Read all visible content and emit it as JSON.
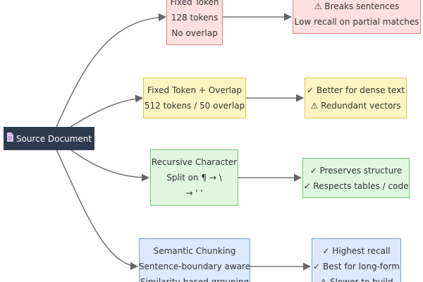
{
  "source": {
    "icon": "document-icon",
    "label": "Source Document"
  },
  "strategies": [
    {
      "name": "fixed-token",
      "lines": [
        "Fixed Token",
        "128 tokens",
        "No overlap"
      ],
      "outcomes": [
        "⚠ Breaks sentences",
        "Low recall on partial matches"
      ],
      "color": "#ffe0e0"
    },
    {
      "name": "fixed-token-overlap",
      "lines": [
        "Fixed Token + Overlap",
        "512 tokens / 50 overlap"
      ],
      "outcomes": [
        "✓ Better for dense text",
        "⚠ Redundant vectors"
      ],
      "color": "#fff5c2"
    },
    {
      "name": "recursive-character",
      "lines": [
        "Recursive Character",
        "Split on ¶ → \\",
        "→ ' '"
      ],
      "outcomes": [
        "✓ Preserves structure",
        "✓ Respects tables / code"
      ],
      "color": "#dff7df"
    },
    {
      "name": "semantic-chunking",
      "lines": [
        "Semantic Chunking",
        "Sentence-boundary aware",
        "Similarity-based grouping"
      ],
      "outcomes": [
        "✓ Highest recall",
        "✓ Best for long-form",
        "⚠ Slower to build"
      ],
      "color": "#dde9ff"
    }
  ]
}
